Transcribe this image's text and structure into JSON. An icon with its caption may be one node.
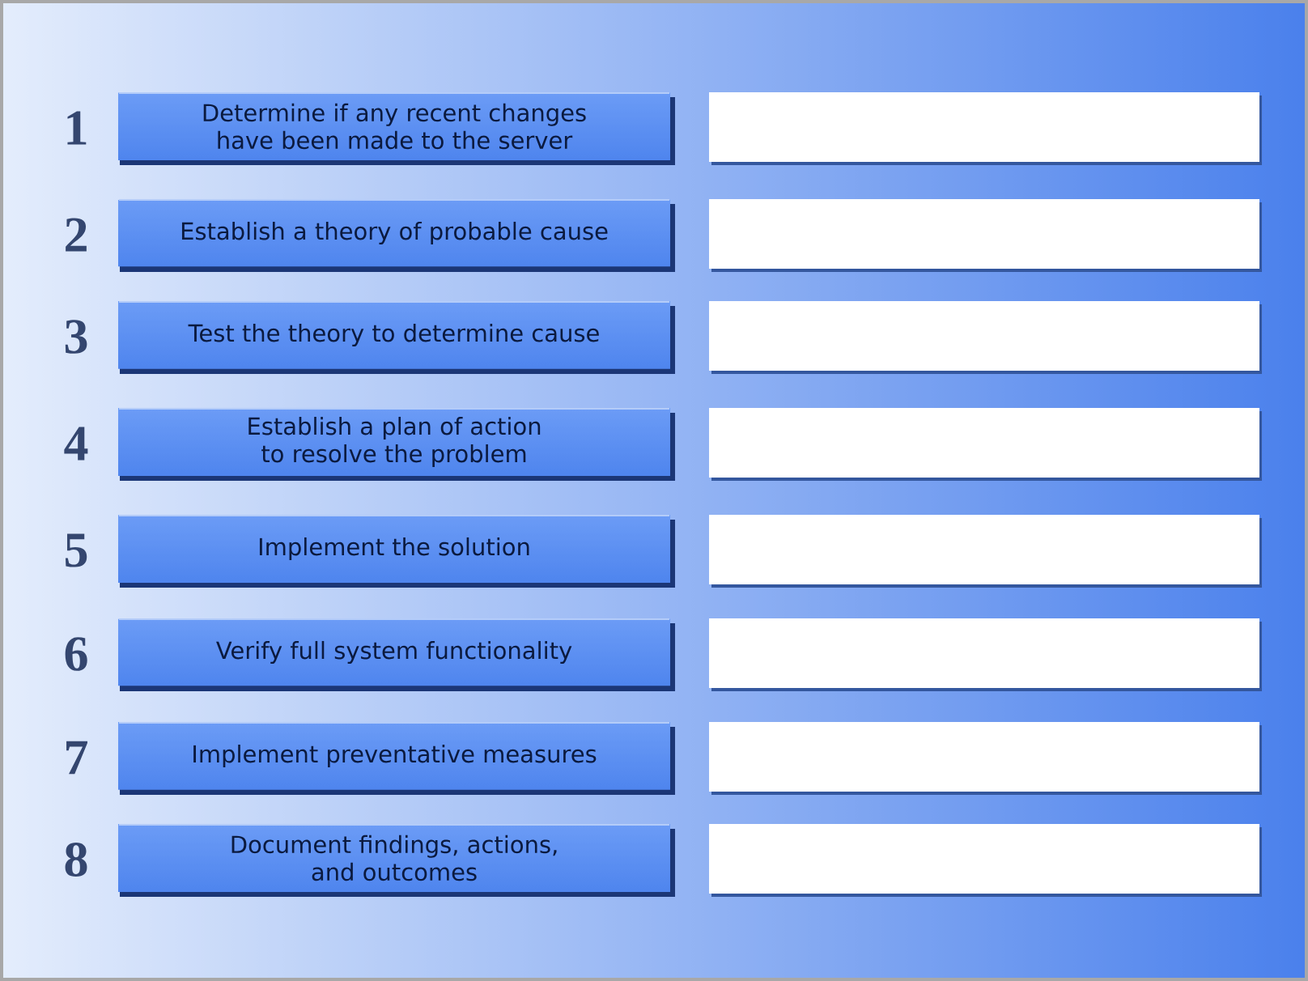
{
  "diagram": {
    "nodes": [
      {
        "text": [
          "Determine if any recent changes have been made to the server"
        ],
        "beside": [
          "1"
        ]
      },
      {
        "text": [],
        "shape": "box"
      },
      {
        "text": [
          "Establish a theory of probable cause"
        ],
        "beside": [
          "2"
        ]
      },
      {
        "text": [],
        "shape": "box"
      },
      {
        "text": [
          "Test the theory to determine cause"
        ],
        "beside": [
          "3"
        ]
      },
      {
        "text": [],
        "shape": "box"
      },
      {
        "text": [
          "Establish a plan of action to resolve the problem"
        ],
        "beside": [
          "4"
        ]
      },
      {
        "text": [],
        "shape": "box"
      },
      {
        "text": [
          "Implement the solution"
        ],
        "beside": [
          "5"
        ]
      },
      {
        "text": [],
        "shape": "box"
      },
      {
        "text": [
          "Verify full system functionality"
        ],
        "beside": [
          "6"
        ]
      },
      {
        "text": [],
        "shape": "box"
      },
      {
        "text": [
          "Implement preventative measures"
        ],
        "beside": [
          "7"
        ]
      },
      {
        "text": [],
        "shape": "box"
      },
      {
        "text": [
          "Document findings, actions, and outcomes"
        ],
        "beside": [
          "8"
        ]
      },
      {
        "text": [],
        "shape": "box"
      }
    ]
  }
}
